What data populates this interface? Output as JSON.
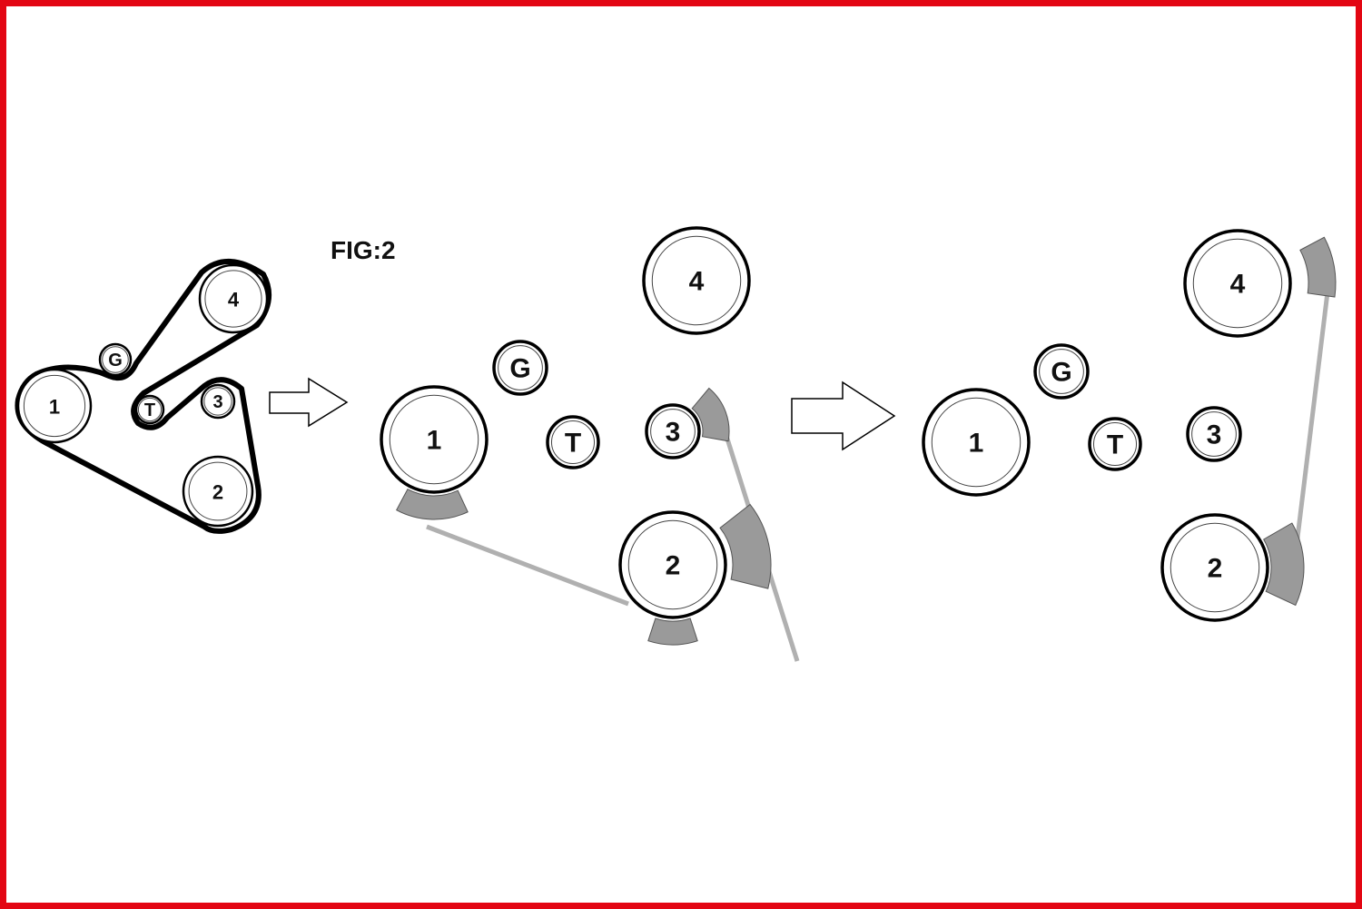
{
  "figure_label": "FIG:2",
  "pulleys": {
    "p1": "1",
    "p2": "2",
    "p3": "3",
    "p4": "4",
    "g": "G",
    "t": "T"
  },
  "colors": {
    "border": "#e30613",
    "tool": "#9a9a9a",
    "rod": "#b0b0b0"
  }
}
